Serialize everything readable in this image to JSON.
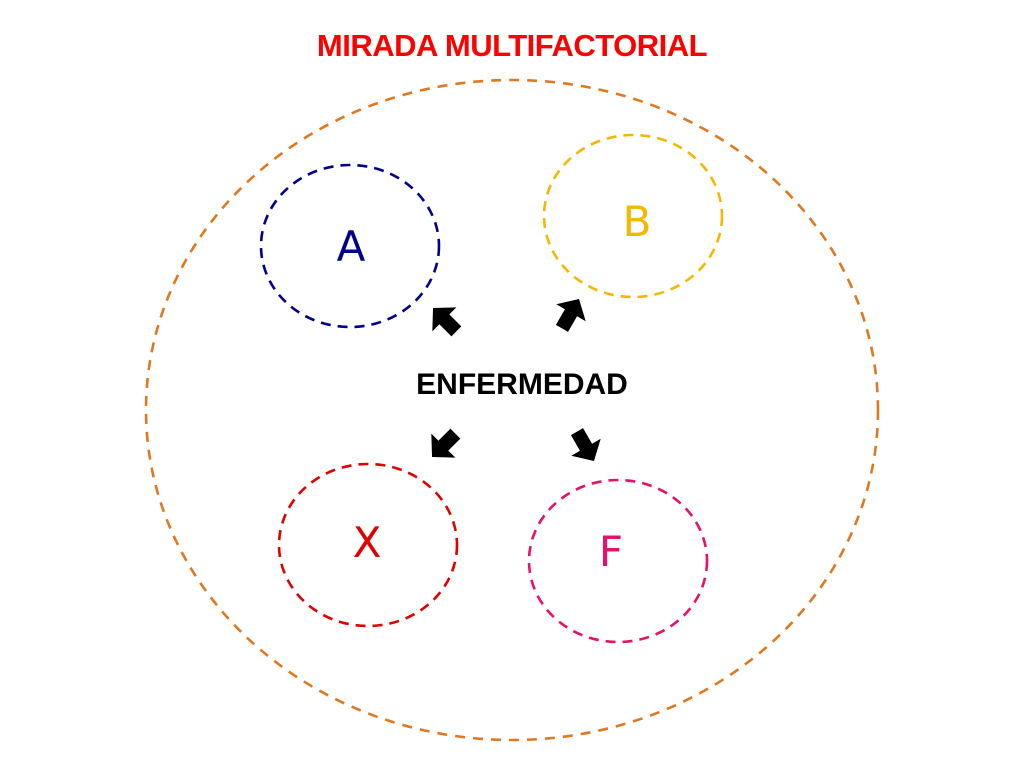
{
  "title": "MIRADA MULTIFACTORIAL",
  "center_label": "ENFERMEDAD",
  "nodes": {
    "a": {
      "label": "A",
      "color": "#00008b"
    },
    "b": {
      "label": "B",
      "color": "#f5b800"
    },
    "x": {
      "label": "X",
      "color": "#e00000"
    },
    "f": {
      "label": "F",
      "color": "#e8106a"
    }
  },
  "colors": {
    "title": "#ff0000",
    "outer_circle": "#e07820",
    "arrows": "#000000"
  }
}
